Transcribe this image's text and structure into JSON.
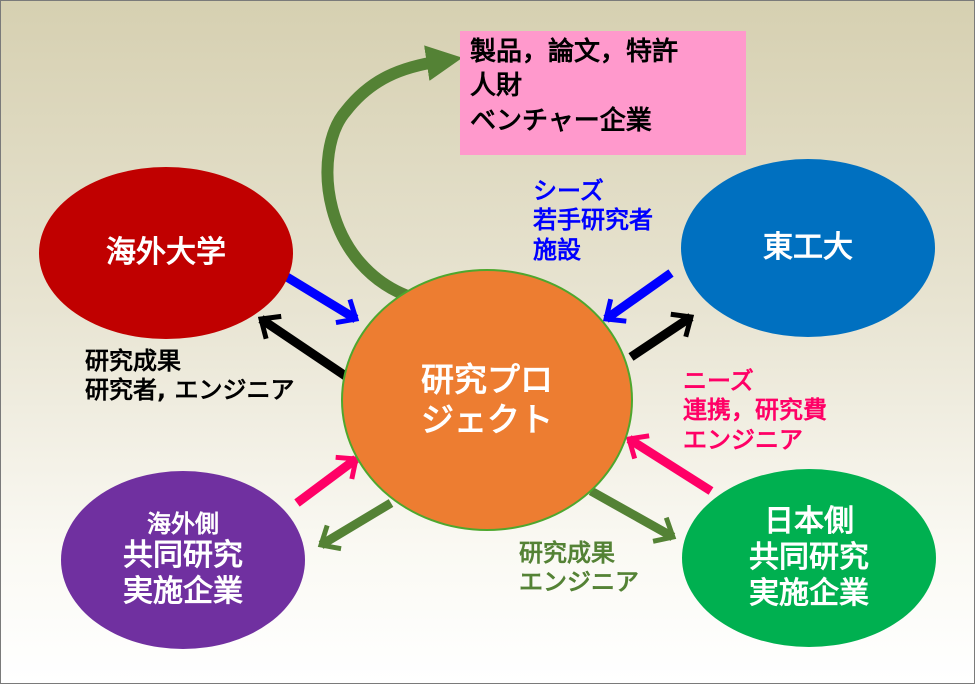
{
  "nodes": {
    "overseas_university": "海外大学",
    "tokyo_tech": "東工大",
    "project": [
      "研究プロ",
      "ジェクト"
    ],
    "overseas_company": {
      "line1": "海外側",
      "line2": "共同研究",
      "line3": "実施企業"
    },
    "japan_company": {
      "line1": "日本側",
      "line2": "共同研究",
      "line3": "実施企業"
    }
  },
  "outcomes": [
    "製品，論文，特許",
    "人財",
    "ベンチャー企業"
  ],
  "labels": {
    "seeds": [
      "シーズ",
      "若手研究者",
      "施設"
    ],
    "results_to_univ": [
      "研究成果",
      "研究者, エンジニア"
    ],
    "needs": [
      "ニーズ",
      "連携，研究費",
      "エンジニア"
    ],
    "results_to_japan_company": [
      "研究成果",
      "エンジニア"
    ]
  },
  "colors": {
    "overseas_university": "#c00000",
    "tokyo_tech": "#0070c0",
    "project": "#ed7d31",
    "overseas_company": "#7030a0",
    "japan_company": "#00b050",
    "outcome_box": "#ff99cc",
    "seeds_arrow": "#0000ff",
    "results_arrow": "#000000",
    "needs_arrow": "#ff0066",
    "company_results_arrow": "#548235",
    "outcome_arrow": "#548235"
  }
}
